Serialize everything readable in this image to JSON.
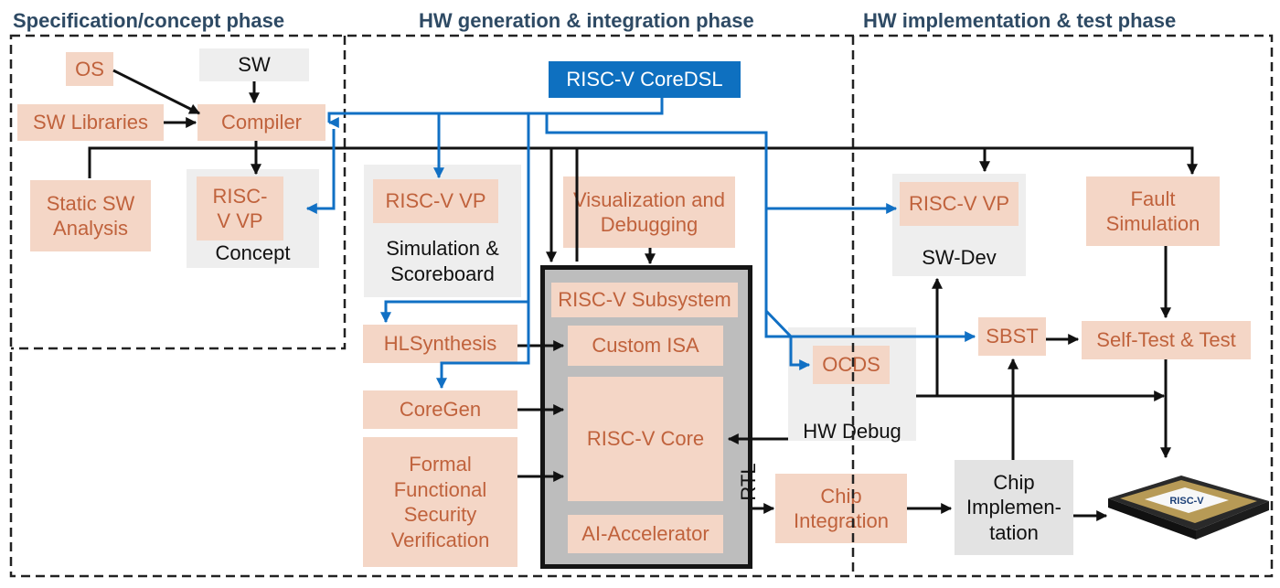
{
  "phases": {
    "spec": "Specification/concept phase",
    "hwgen": "HW generation & integration phase",
    "impl": "HW implementation & test phase"
  },
  "nodes": {
    "os": "OS",
    "sw": "SW",
    "sw_libraries": "SW Libraries",
    "compiler": "Compiler",
    "static_sw_analysis": "Static SW Analysis",
    "riscv_vp_concept_box": "RISC-V VP",
    "riscv_vp_concept_label": "Concept",
    "riscv_coredsl": "RISC-V CoreDSL",
    "riscv_vp_sim_box": "RISC-V VP",
    "riscv_vp_sim_label": "Simulation & Scoreboard",
    "visualization_debugging": "Visualization and Debugging",
    "riscv_subsystem": "RISC-V Subsystem",
    "custom_isa": "Custom ISA",
    "riscv_core": "RISC-V Core",
    "ai_accelerator": "AI-Accelerator",
    "rtl": "RTL",
    "hlsynthesis": "HLSynthesis",
    "coregen": "CoreGen",
    "formal_verification": "Formal Functional Security Verification",
    "riscv_vp_swdev_box": "RISC-V VP",
    "riscv_vp_swdev_label": "SW-Dev",
    "fault_simulation": "Fault Simulation",
    "ocds": "OCDS",
    "hw_debug": "HW Debug",
    "sbst": "SBST",
    "self_test": "Self-Test & Test",
    "chip_integration": "Chip Integration",
    "chip_implementation": "Chip Implemen- tation",
    "chip_logo": "RISC-V"
  },
  "colors": {
    "blue_wire": "#1170c4",
    "peach_fill": "#f4d6c6",
    "peach_text": "#c0623c",
    "coredsl_fill": "#0e70c0",
    "phase_title": "#2e4a64"
  }
}
